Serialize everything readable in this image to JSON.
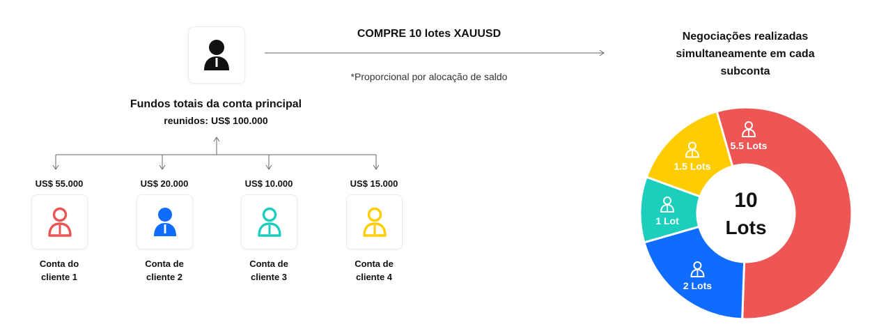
{
  "order": {
    "title": "COMPRE 10 lotes XAUUSD",
    "note": "*Proporcional por alocação de saldo"
  },
  "master": {
    "icon": "person-tie-icon",
    "label_line1": "Fundos totais da conta principal",
    "label_line2": "reunidos: US$ 100.000"
  },
  "clients": [
    {
      "amount": "US$ 55.000",
      "label_line1": "Conta do",
      "label_line2": "cliente 1",
      "color": "#ea5455",
      "style": "outline"
    },
    {
      "amount": "US$ 20.000",
      "label_line1": "Conta de",
      "label_line2": "cliente 2",
      "color": "#0f6cff",
      "style": "filled"
    },
    {
      "amount": "US$ 10.000",
      "label_line1": "Conta de",
      "label_line2": "cliente 3",
      "color": "#1ccfbd",
      "style": "outline"
    },
    {
      "amount": "US$ 15.000",
      "label_line1": "Conta de",
      "label_line2": "cliente 4",
      "color": "#ffcc00",
      "style": "outline"
    }
  ],
  "result": {
    "title_line1": "Negociações realizadas",
    "title_line2": "simultaneamente em cada",
    "title_line3": "subconta"
  },
  "chart_data": {
    "type": "pie",
    "center_line1": "10",
    "center_line2": "Lots",
    "slices": [
      {
        "label": "5.5 Lots",
        "value": 5.5,
        "color": "#ee5555"
      },
      {
        "label": "2 Lots",
        "value": 2,
        "color": "#0f6cff"
      },
      {
        "label": "1 Lot",
        "value": 1,
        "color": "#1ccfbd"
      },
      {
        "label": "1.5 Lots",
        "value": 1.5,
        "color": "#ffcc00"
      }
    ]
  }
}
